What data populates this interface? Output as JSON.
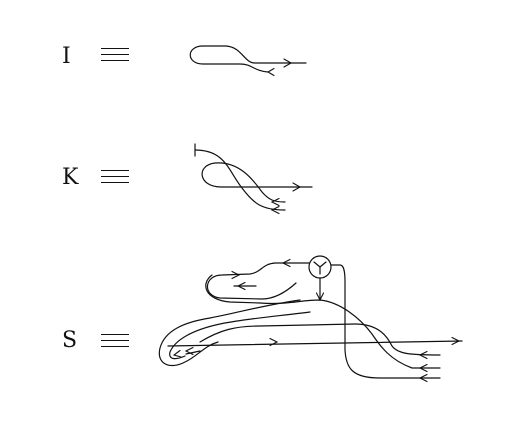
{
  "labels": {
    "i": "I",
    "k": "K",
    "s": "S"
  },
  "equivalence_symbol": "≡",
  "stroke_color": "#111111",
  "background": "#ffffff"
}
